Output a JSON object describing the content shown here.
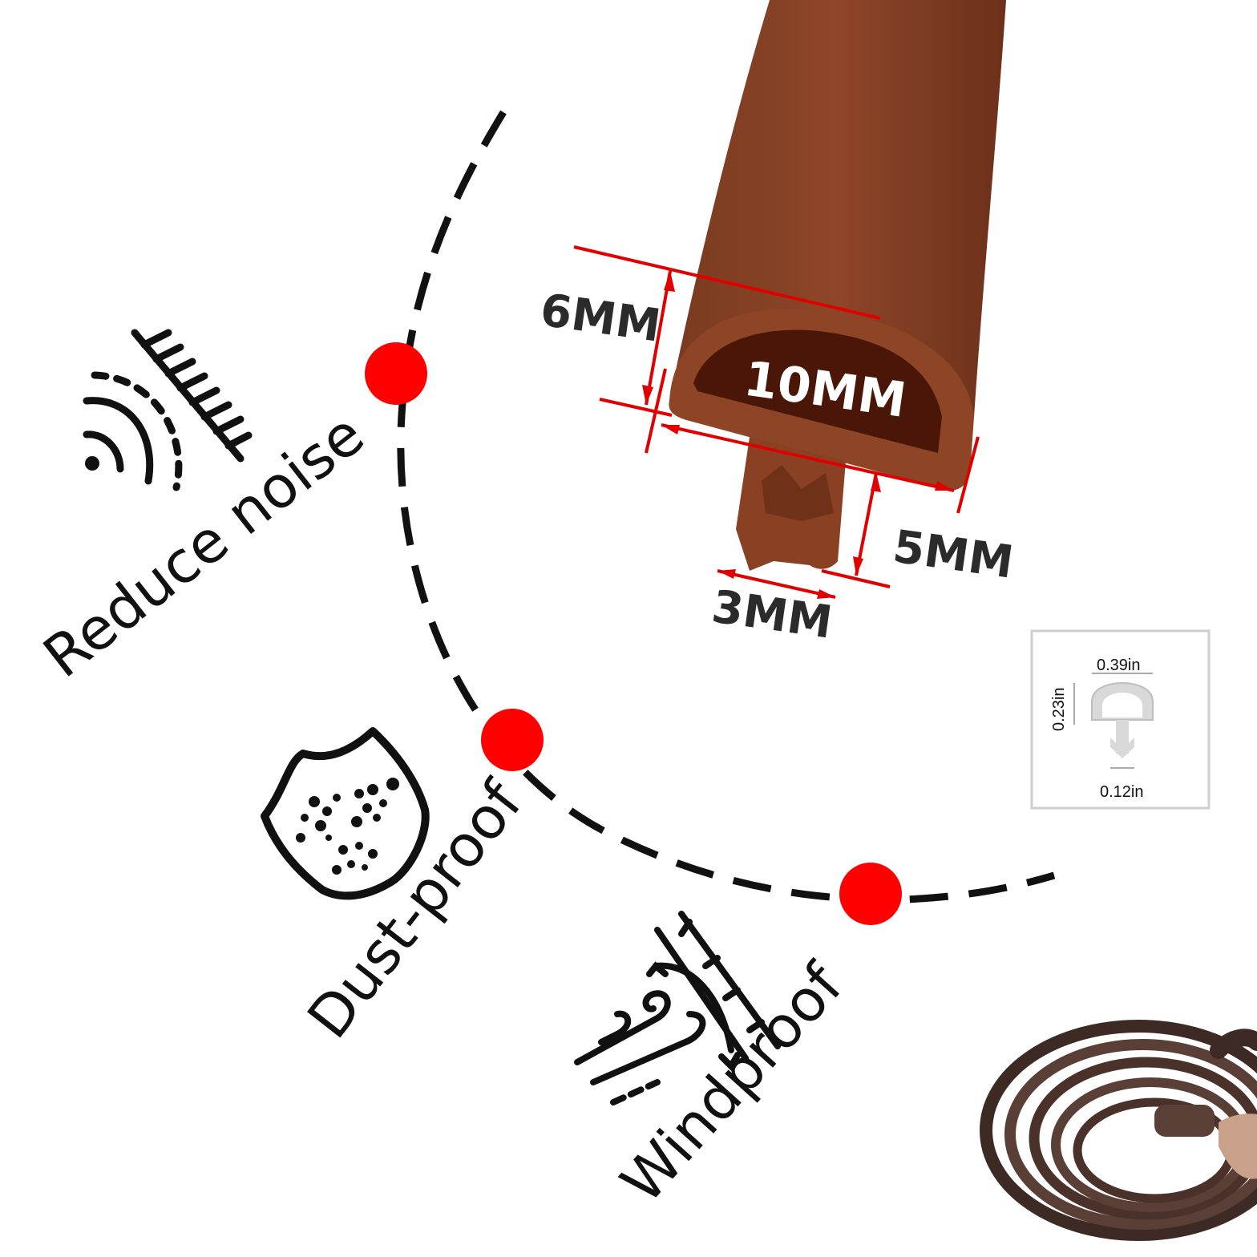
{
  "colors": {
    "profile_brown": "#8a3f22",
    "profile_dark": "#4a1608",
    "dimension_red": "#e00000",
    "dot_red": "#ff0000",
    "ink": "#111111",
    "coil_brown": "#4f352e"
  },
  "dimensions": {
    "height": "6MM",
    "width": "10MM",
    "stem_height": "5MM",
    "stem_width": "3MM"
  },
  "features": [
    {
      "label": "Reduce noise",
      "icon": "sound-wall-icon"
    },
    {
      "label": "Dust-proof",
      "icon": "dust-shield-icon"
    },
    {
      "label": "Windproof",
      "icon": "wind-icon"
    }
  ],
  "inset": {
    "width": "0.39in",
    "height": "0.23in",
    "stem": "0.12in"
  }
}
